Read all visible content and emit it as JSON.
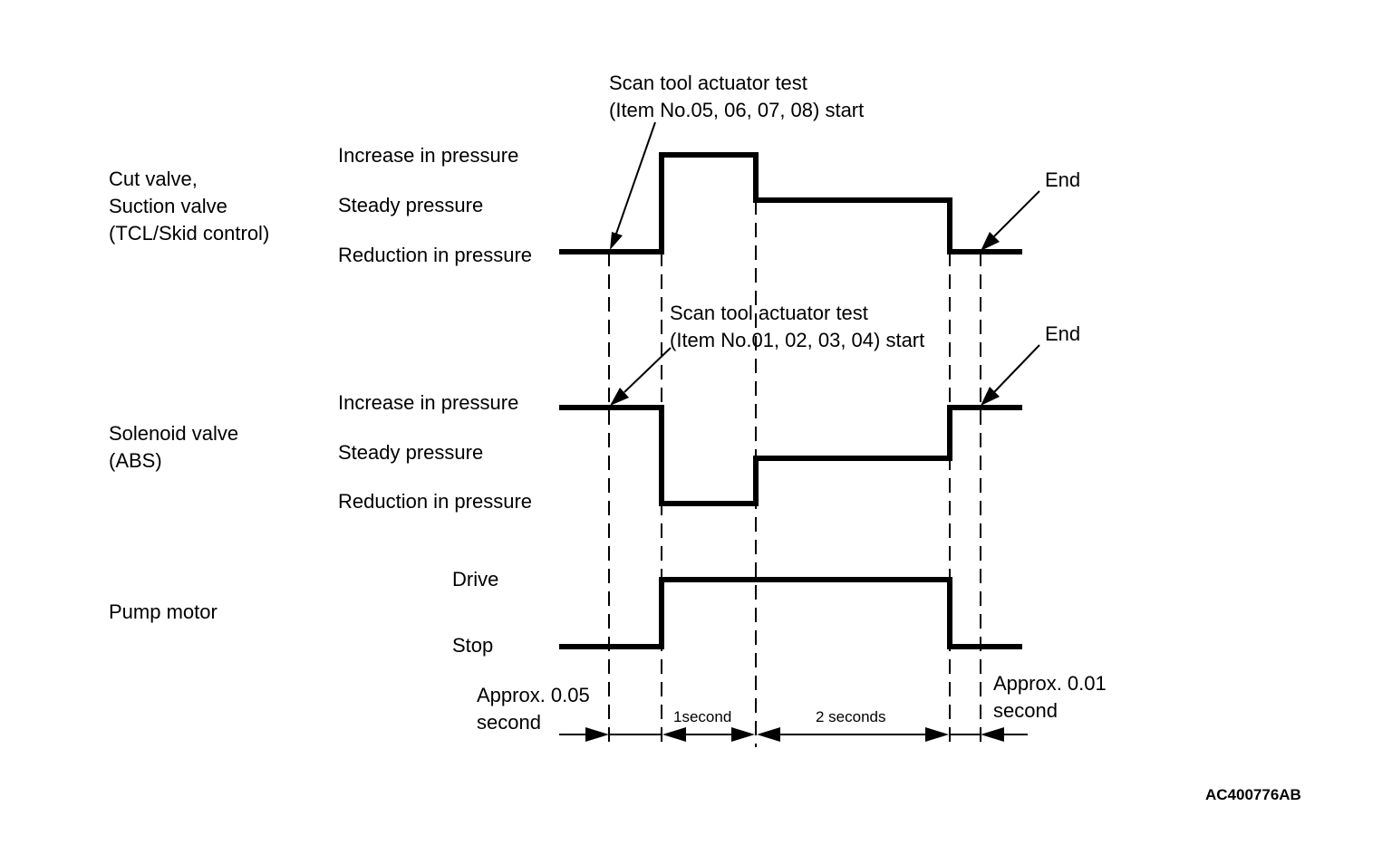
{
  "groups": [
    {
      "title": "Cut valve,\nSuction valve\n(TCL/Skid control)",
      "levels": [
        "Increase in pressure",
        "Steady pressure",
        "Reduction in pressure"
      ]
    },
    {
      "title": "Solenoid valve\n(ABS)",
      "levels": [
        "Increase in pressure",
        "Steady pressure",
        "Reduction in pressure"
      ]
    },
    {
      "title": "Pump motor",
      "levels": [
        "Drive",
        "Stop"
      ]
    }
  ],
  "callouts": {
    "start_1": "Scan tool actuator test\n(Item No.05, 06, 07, 08) start",
    "start_2": "Scan tool actuator test\n(Item No.01, 02, 03, 04) start",
    "end_1": "End",
    "end_2": "End"
  },
  "timing": {
    "approx_start": "Approx. 0.05\nsecond",
    "one_second": "1second",
    "two_seconds": "2 seconds",
    "approx_end": "Approx. 0.01\nsecond"
  },
  "figure_code": "AC400776AB",
  "colors": {
    "line": "#000000",
    "background": "#ffffff"
  }
}
